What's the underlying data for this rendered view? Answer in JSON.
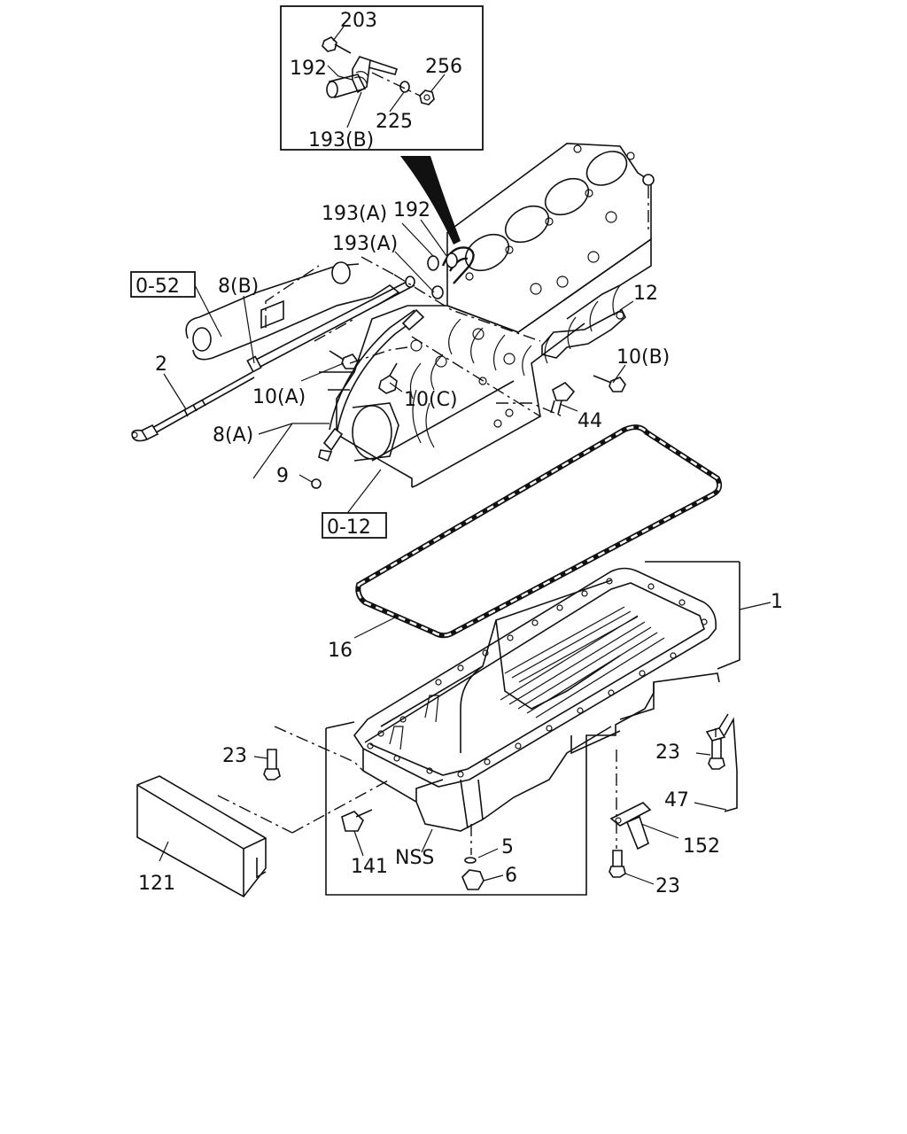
{
  "labels": {
    "p203": "203",
    "p192_inset": "192",
    "p256": "256",
    "p225": "225",
    "p193b": "193(B)",
    "p193a_1": "193(A)",
    "p192": "192",
    "p193a_2": "193(A)",
    "ref052": "0-52",
    "p8b": "8(B)",
    "p12": "12",
    "p2": "2",
    "p10b": "10(B)",
    "p10a": "10(A)",
    "p10c": "10(C)",
    "p44": "44",
    "p8a": "8(A)",
    "p9": "9",
    "ref012": "0-12",
    "p1": "1",
    "p16": "16",
    "p23_left": "23",
    "p23_right": "23",
    "p47": "47",
    "p152": "152",
    "p5": "5",
    "p141": "141",
    "pNSS": "NSS",
    "p6": "6",
    "p23_bottom": "23",
    "p121": "121"
  }
}
